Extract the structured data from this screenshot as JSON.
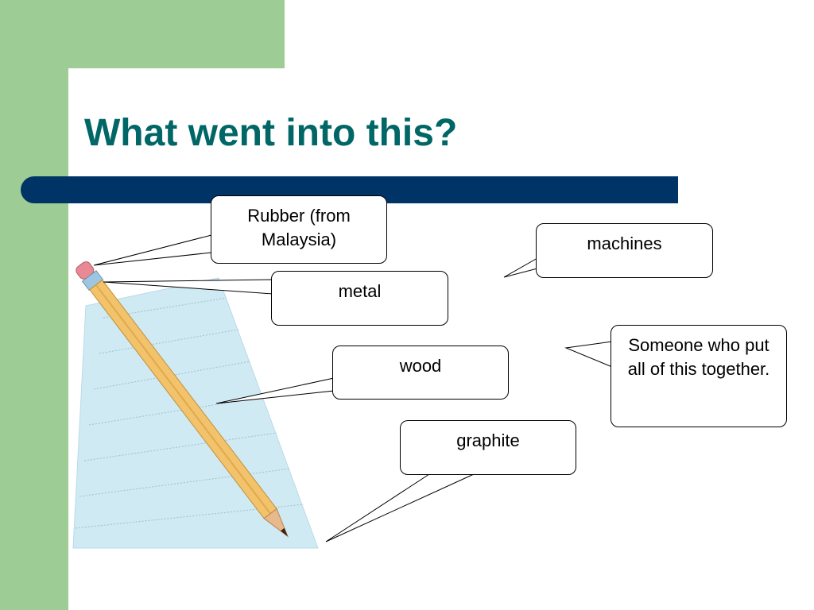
{
  "slide": {
    "title": "What went into this?",
    "colors": {
      "title": "#006666",
      "bar": "#003366",
      "green_frame": "#9dcc95",
      "paper": "#cfeaf3",
      "pencil_body": "#f2c36b",
      "eraser": "#e88a95",
      "ferrule": "#9ec6e0"
    }
  },
  "callouts": {
    "rubber": "Rubber (from Malaysia)",
    "metal": "metal",
    "wood": "wood",
    "graphite": "graphite",
    "machines": "machines",
    "someone": "Someone who put all of this together."
  },
  "icons": {
    "pencil": "pencil-icon",
    "paper": "paper-sheet-icon"
  }
}
